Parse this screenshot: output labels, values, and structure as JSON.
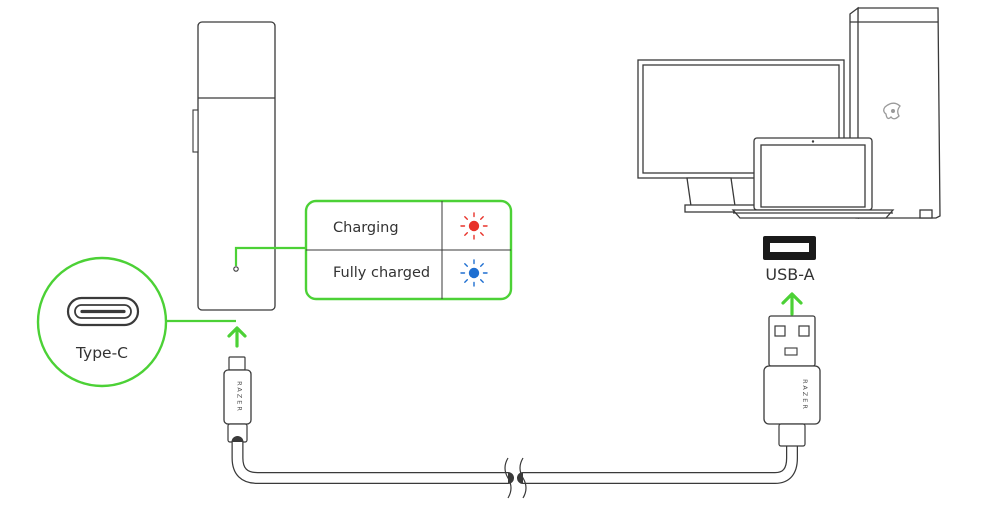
{
  "port_label_device": "Type-C",
  "port_label_host": "USB-A",
  "cable_brand": "RAZER",
  "status_table": [
    {
      "label": "Charging",
      "led_color_name": "red",
      "led_color": "#e8322a"
    },
    {
      "label": "Fully charged",
      "led_color_name": "blue",
      "led_color": "#1f6fd1"
    }
  ],
  "colors": {
    "accent_green": "#4cd136",
    "outline": "#3a3a3a",
    "panel_bg": "#ffffff"
  },
  "icons": {
    "up_arrow_left": "arrow-up-icon",
    "up_arrow_right": "arrow-up-icon",
    "razer_logo": "razer-snake-logo"
  }
}
